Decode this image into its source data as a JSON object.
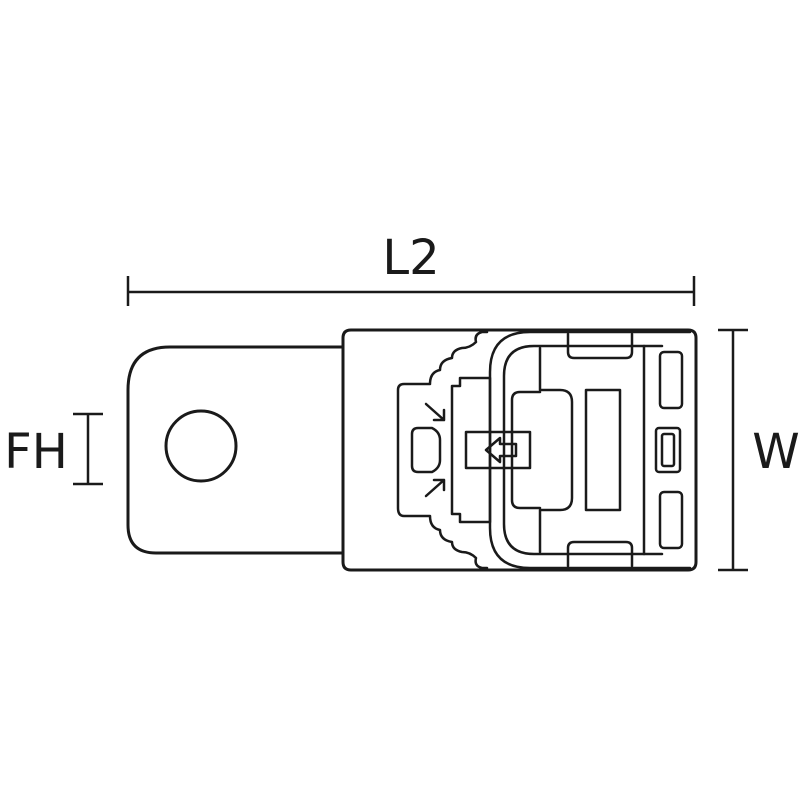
{
  "dimensions": {
    "length": "L2",
    "width": "W",
    "fixing_hole": "FH"
  },
  "colors": {
    "stroke": "#1a1a1a",
    "background": "#ffffff"
  }
}
